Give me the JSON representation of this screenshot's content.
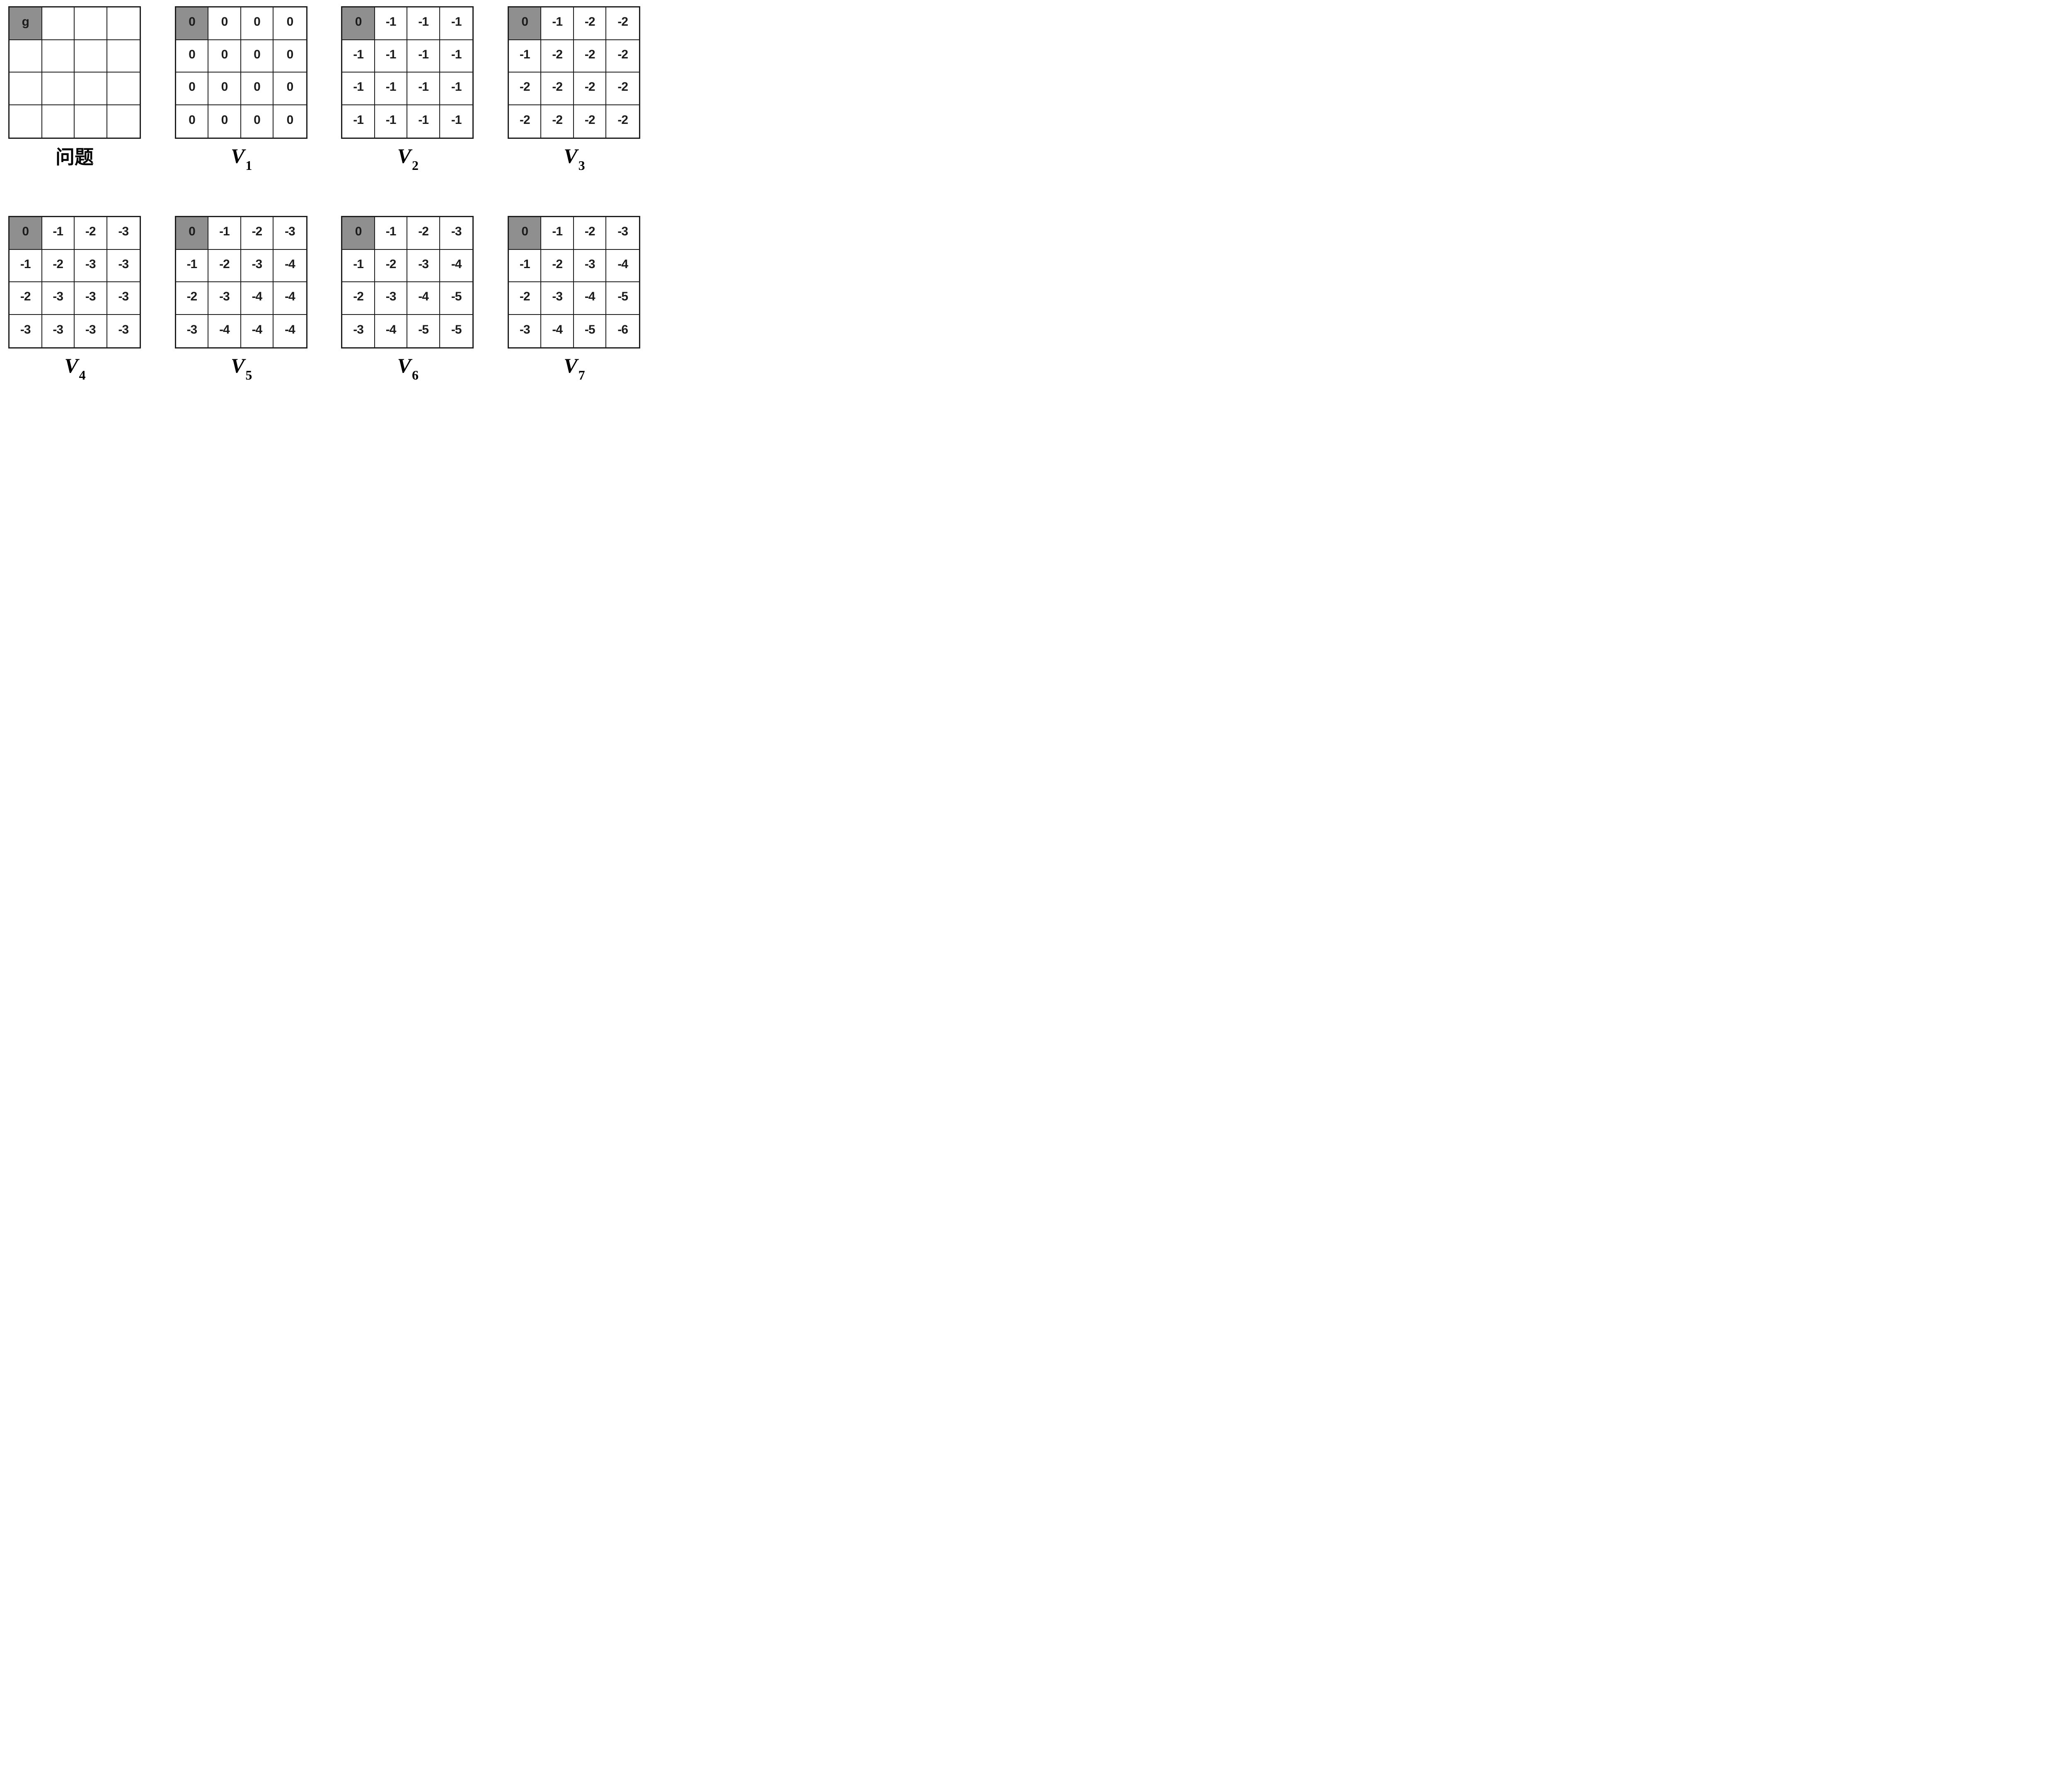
{
  "colors": {
    "goal_cell": "#8f8f8f",
    "grid_border": "#1c1c1c",
    "cell_text": "#1c1c1c"
  },
  "grids": [
    {
      "name": "problem",
      "label": "问题",
      "highlight_cell": "top-left",
      "cells": [
        [
          "g",
          "",
          "",
          ""
        ],
        [
          "",
          "",
          "",
          ""
        ],
        [
          "",
          "",
          "",
          ""
        ],
        [
          "",
          "",
          "",
          ""
        ]
      ]
    },
    {
      "name": "V1",
      "label": "V",
      "sub": "1",
      "highlight_cell": "top-left",
      "cells": [
        [
          "0",
          "0",
          "0",
          "0"
        ],
        [
          "0",
          "0",
          "0",
          "0"
        ],
        [
          "0",
          "0",
          "0",
          "0"
        ],
        [
          "0",
          "0",
          "0",
          "0"
        ]
      ]
    },
    {
      "name": "V2",
      "label": "V",
      "sub": "2",
      "highlight_cell": "top-left",
      "cells": [
        [
          "0",
          "-1",
          "-1",
          "-1"
        ],
        [
          "-1",
          "-1",
          "-1",
          "-1"
        ],
        [
          "-1",
          "-1",
          "-1",
          "-1"
        ],
        [
          "-1",
          "-1",
          "-1",
          "-1"
        ]
      ]
    },
    {
      "name": "V3",
      "label": "V",
      "sub": "3",
      "highlight_cell": "top-left",
      "cells": [
        [
          "0",
          "-1",
          "-2",
          "-2"
        ],
        [
          "-1",
          "-2",
          "-2",
          "-2"
        ],
        [
          "-2",
          "-2",
          "-2",
          "-2"
        ],
        [
          "-2",
          "-2",
          "-2",
          "-2"
        ]
      ]
    },
    {
      "name": "V4",
      "label": "V",
      "sub": "4",
      "highlight_cell": "top-left",
      "cells": [
        [
          "0",
          "-1",
          "-2",
          "-3"
        ],
        [
          "-1",
          "-2",
          "-3",
          "-3"
        ],
        [
          "-2",
          "-3",
          "-3",
          "-3"
        ],
        [
          "-3",
          "-3",
          "-3",
          "-3"
        ]
      ]
    },
    {
      "name": "V5",
      "label": "V",
      "sub": "5",
      "highlight_cell": "top-left",
      "cells": [
        [
          "0",
          "-1",
          "-2",
          "-3"
        ],
        [
          "-1",
          "-2",
          "-3",
          "-4"
        ],
        [
          "-2",
          "-3",
          "-4",
          "-4"
        ],
        [
          "-3",
          "-4",
          "-4",
          "-4"
        ]
      ]
    },
    {
      "name": "V6",
      "label": "V",
      "sub": "6",
      "highlight_cell": "top-left",
      "cells": [
        [
          "0",
          "-1",
          "-2",
          "-3"
        ],
        [
          "-1",
          "-2",
          "-3",
          "-4"
        ],
        [
          "-2",
          "-3",
          "-4",
          "-5"
        ],
        [
          "-3",
          "-4",
          "-5",
          "-5"
        ]
      ]
    },
    {
      "name": "V7",
      "label": "V",
      "sub": "7",
      "highlight_cell": "top-left",
      "cells": [
        [
          "0",
          "-1",
          "-2",
          "-3"
        ],
        [
          "-1",
          "-2",
          "-3",
          "-4"
        ],
        [
          "-2",
          "-3",
          "-4",
          "-5"
        ],
        [
          "-3",
          "-4",
          "-5",
          "-6"
        ]
      ]
    }
  ]
}
